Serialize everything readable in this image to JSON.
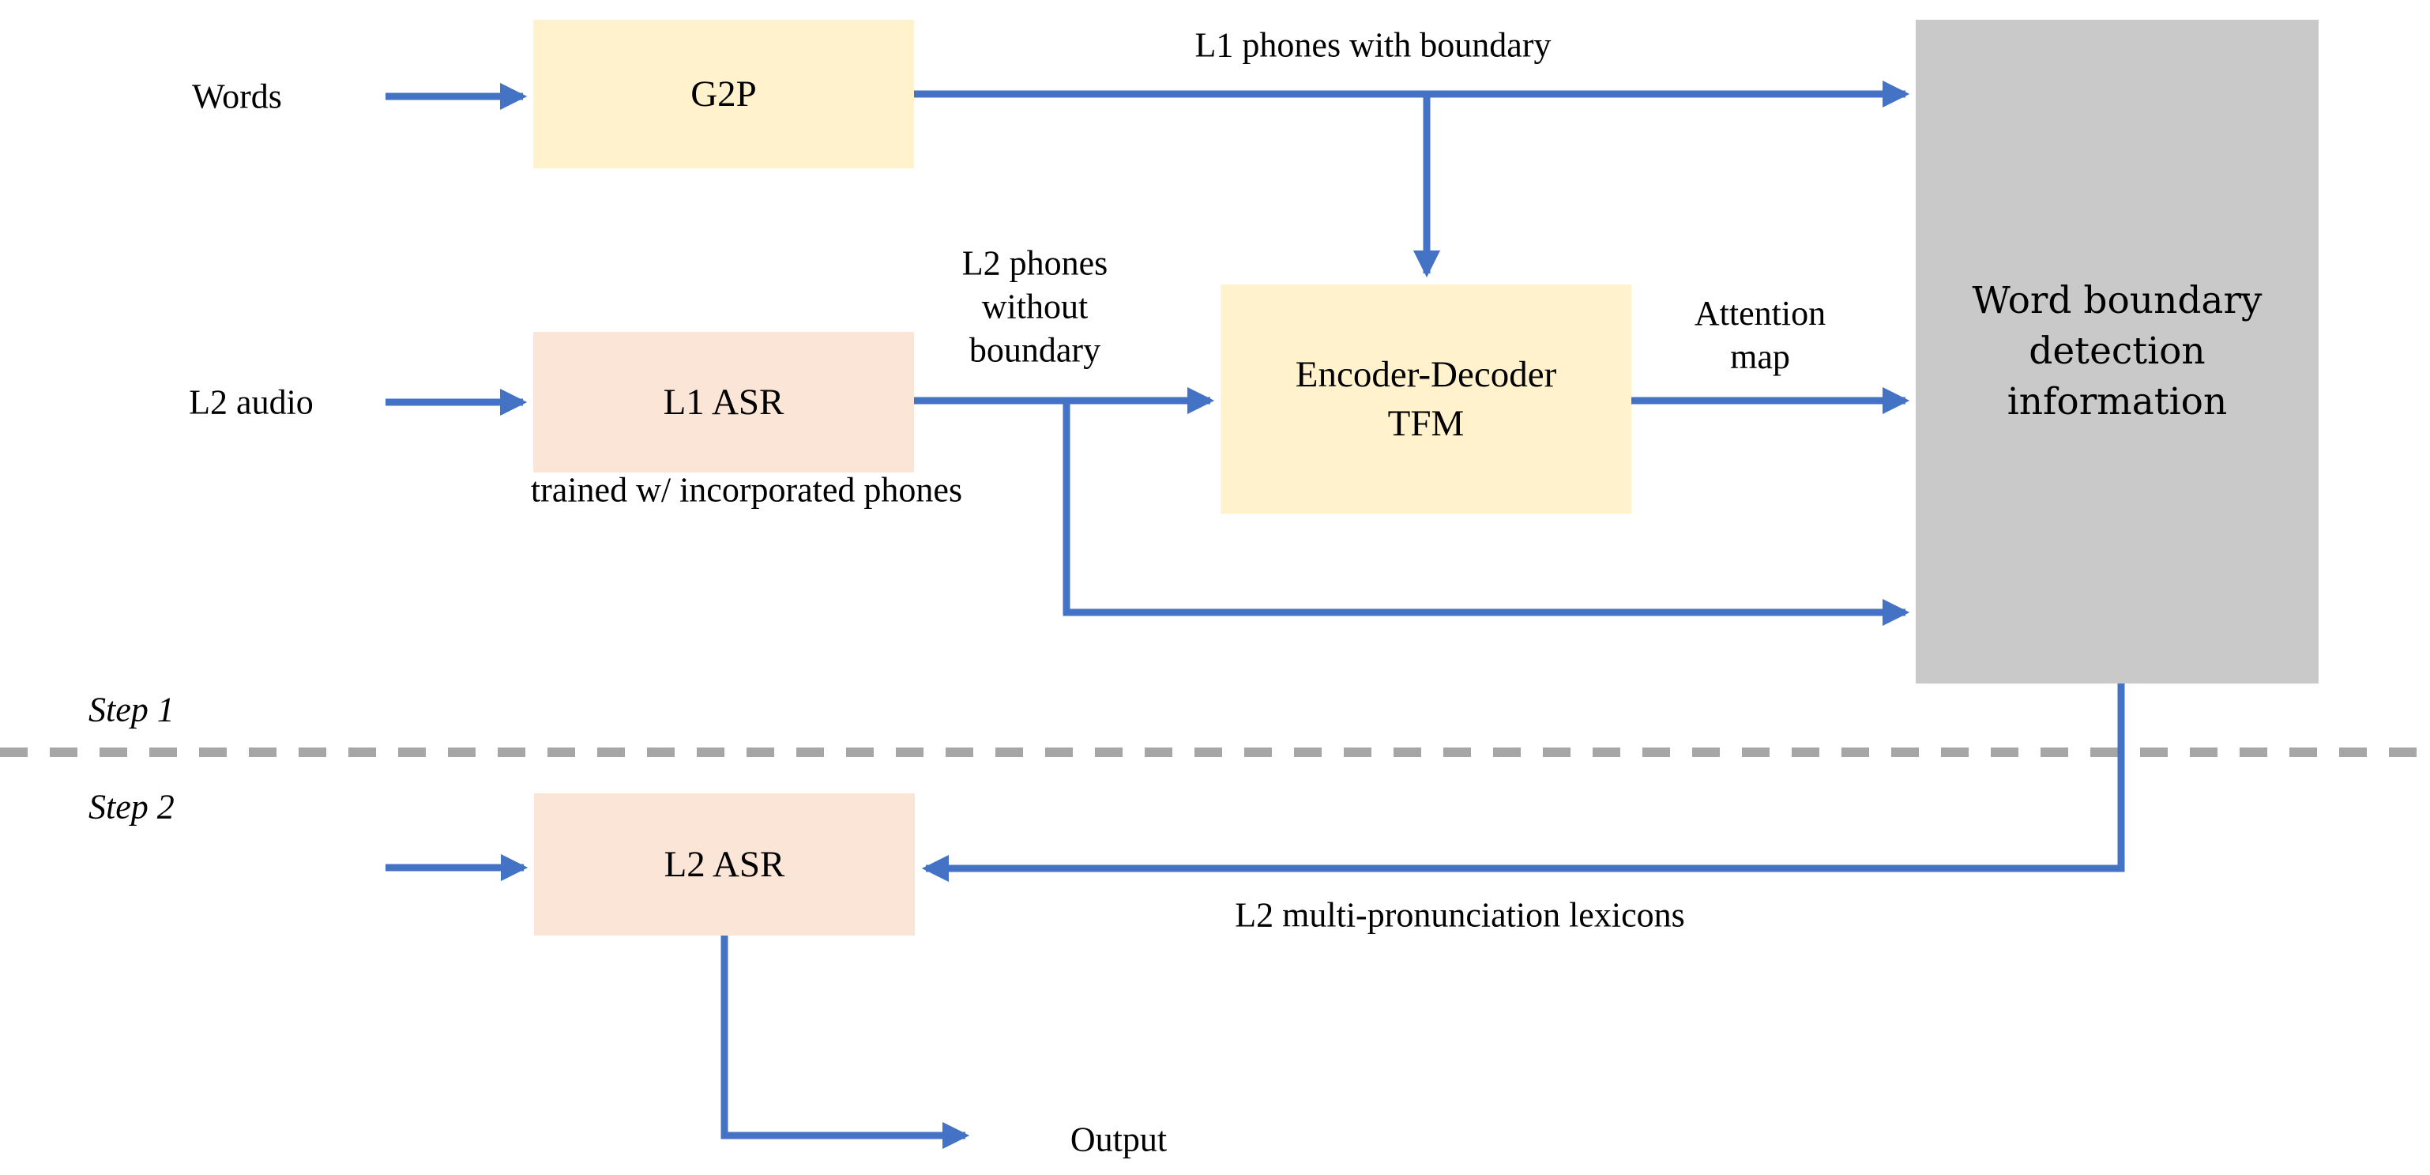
{
  "colors": {
    "arrow": "#4472C4",
    "process_box_fill": "#FFF2CC",
    "asr_box_fill": "#FBE5D6",
    "info_box_fill": "#C9C9C9",
    "divider": "#A6A6A6",
    "text": "#000000"
  },
  "steps": {
    "step1": "Step 1",
    "step2": "Step 2"
  },
  "inputs": {
    "words": "Words",
    "l2_audio": "L2 audio"
  },
  "nodes": {
    "g2p": "G2P",
    "l1_asr": "L1 ASR",
    "l1_asr_note": "trained w/ incorporated phones",
    "encoder_decoder": {
      "lines": [
        "Encoder-Decoder",
        "TFM"
      ]
    },
    "word_boundary": {
      "lines": [
        "Word boundary",
        "detection",
        "information"
      ]
    },
    "l2_asr": "L2 ASR"
  },
  "edge_labels": {
    "l1_phones": "L1 phones with boundary",
    "l2_phones": {
      "lines": [
        "L2 phones",
        "without",
        "boundary"
      ]
    },
    "attention": {
      "lines": [
        "Attention",
        "map"
      ]
    },
    "lexicons": "L2 multi-pronunciation lexicons",
    "output": "Output"
  }
}
